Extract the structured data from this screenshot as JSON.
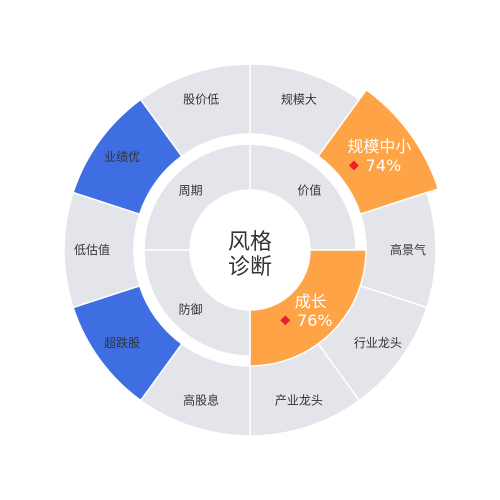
{
  "center": {
    "line1": "风格",
    "line2": "诊断"
  },
  "colors": {
    "base": "#e4e5ea",
    "orange": "#ffa347",
    "blue": "#3f6ee2",
    "marker": "#e8202a",
    "text": "#333333",
    "text_highlight": "#ffffff"
  },
  "chart_data": {
    "type": "sunburst",
    "inner_ring": [
      {
        "name": "价值",
        "state": "normal"
      },
      {
        "name": "成长",
        "state": "highlight",
        "value": "76%"
      },
      {
        "name": "防御",
        "state": "normal"
      },
      {
        "name": "周期",
        "state": "normal"
      }
    ],
    "outer_ring": [
      {
        "name": "规模大",
        "state": "normal"
      },
      {
        "name": "规模中小",
        "state": "highlight",
        "value": "74%"
      },
      {
        "name": "高景气",
        "state": "normal"
      },
      {
        "name": "行业龙头",
        "state": "normal"
      },
      {
        "name": "产业龙头",
        "state": "normal"
      },
      {
        "name": "高股息",
        "state": "normal"
      },
      {
        "name": "超跌股",
        "state": "selected"
      },
      {
        "name": "低估值",
        "state": "normal"
      },
      {
        "name": "业绩优",
        "state": "selected"
      },
      {
        "name": "股价低",
        "state": "normal"
      }
    ]
  }
}
